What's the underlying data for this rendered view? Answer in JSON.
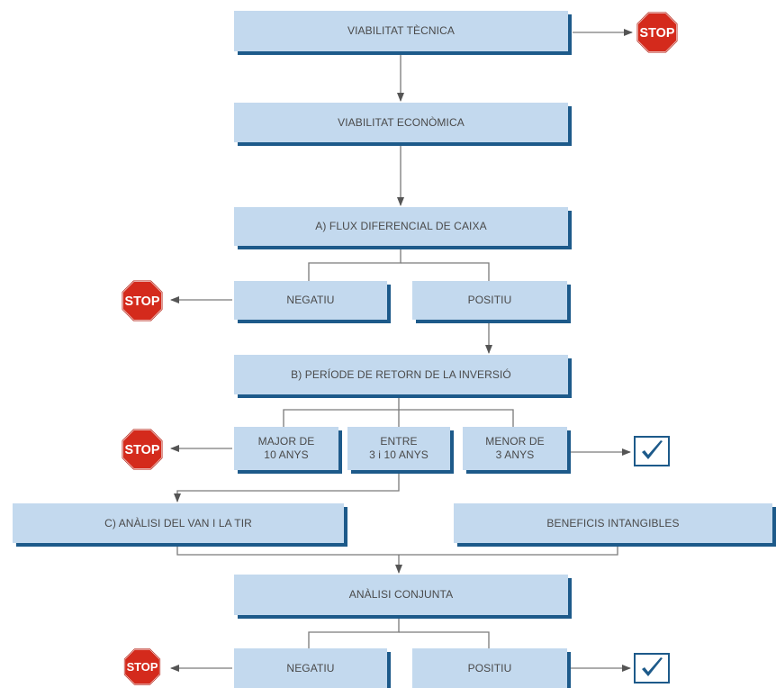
{
  "nodes": {
    "viabilitat_tecnica": "VIABILITAT TÈCNICA",
    "viabilitat_economica": "VIABILITAT ECONÒMICA",
    "flux_diferencial": "A) FLUX DIFERENCIAL DE CAIXA",
    "negatiu_1": "NEGATIU",
    "positiu_1": "POSITIU",
    "periode_retorn": "B) PERÍODE DE RETORN DE LA INVERSIÓ",
    "major_10": "MAJOR DE\n10 ANYS",
    "entre_3_10": "ENTRE\n3 i 10 ANYS",
    "menor_3": "MENOR DE\n3 ANYS",
    "analisi_van_tir": "C) ANÀLISI DEL VAN I LA TIR",
    "beneficis_intangibles": "BENEFICIS INTANGIBLES",
    "analisi_conjunta": "ANÀLISI CONJUNTA",
    "negatiu_2": "NEGATIU",
    "positiu_2": "POSITIU"
  },
  "stop_label": "STOP",
  "colors": {
    "box_fill": "#c3d9ee",
    "box_shadow": "#1d5a8a",
    "connector": "#7a7a7a",
    "stop_red": "#d42a1c",
    "check_blue": "#1d5a8a"
  }
}
